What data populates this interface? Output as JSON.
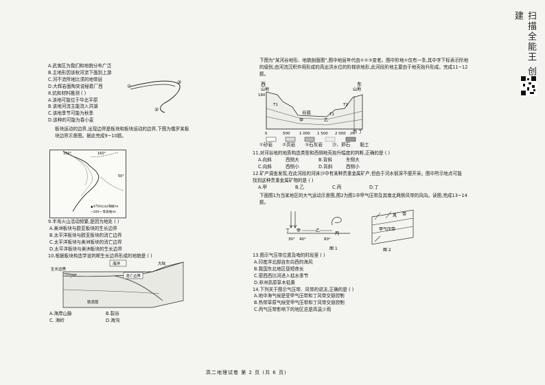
{
  "left_column": {
    "top_lines": [
      "A.武夷区为我们和地貌分布广泛",
      "B.主地形因该秋河流下面到上游",
      "C.河不流所地比须的地带层",
      "D.大辉岩面陶突说秘着厂西",
      "8.炕和材料推测        (    )",
      "A.该地可能位于华北平原",
      "B.该地河流主能流入洪湖",
      "C.该地季节可能为秋季",
      "D.该种的可能为春小麦"
    ],
    "map_intro": "板块运动的边界,出现边界是板块和板块运动的边界,下图为俄罗某板块边界示意图。据此完成9~10题。",
    "map": {
      "legend_volcano": "▲4750火山/海拔/m",
      "legend_contour": "~200~ 等高线/m",
      "lat_label": "50°",
      "lon1": "150°",
      "lon2": "160°"
    },
    "q9": {
      "stem": "9.半岛火山活动频繁,是因为地处        (    )",
      "options": [
        "A.美洲板块与欧亚板块的生长边界",
        "B.太平洋板块与欧亚板块的消亡边界",
        "C.太平洋板块与美洲板块的消亡边界",
        "D.太平洋板块与美洲板块的生长边界"
      ]
    },
    "q10": {
      "stem": "10.根据板块构造学说判断生长边界形成的地貌是        (    )",
      "diagram": {
        "ocean": "海洋",
        "continent": "大陆",
        "growth": "生长边界",
        "subduct": "消亡边界",
        "mantle": "软流层"
      },
      "options": [
        [
          "A.海岸山脉",
          "B.裂谷"
        ],
        [
          "C.    海岭",
          "D.海沟"
        ]
      ]
    },
    "fig_labels": {
      "n1": "①",
      "n2": "②",
      "n3": "③"
    }
  },
  "right_column": {
    "intro": "下图为\"某河谷地形、地貌剖面图\",图中地层年代由①②③变老。图中阶地①仅有一条,其中字下标表示阶地的级别,由河流沉积作用形成的高出洪水位的阶梯状地形,此河段阶地主要由于地壳抬升形成。完成11~12题。",
    "profile": {
      "west": "西",
      "east": "东",
      "mountain": "山地",
      "valley": "谷底",
      "jia": "甲",
      "yi": "乙",
      "bing": "丙",
      "ding": "丁",
      "ylab": "160",
      "unit": "/m",
      "xticks": [
        "0",
        "500",
        "1 000",
        "1 500",
        "2 000"
      ],
      "t1": "T1",
      "t2": "T2",
      "legend": [
        "①砂岩",
        "②页岩",
        "③石灰岩",
        "沙、卵石",
        "黏土"
      ]
    },
    "q11": {
      "stem": "11.对河谷地的地质构造类型和西侧地壳抬升幅度的判断,正确的是        (    )",
      "options": [
        [
          "A.向斜",
          "西侧大",
          "B.背斜",
          "东侧大"
        ],
        [
          "C.向斜",
          "西侧小",
          "D.背斜",
          "西侧小"
        ]
      ]
    },
    "q12": {
      "stem": "12.矿产调查发现,在此河段的河床沙中有某种贵重金属矿产,但由于河水很深不便开采。图中所示地点可能找到这种贵重金属矿物的是        (    )",
      "options": [
        "A.甲",
        "B.乙",
        "C.丙",
        "D.丁"
      ]
    },
    "wind_intro": "下面图1为当某地区的大气运动示意图,图2为图1中甲气压带及其南北两侧风带的风向。读图,完成13~14题。",
    "fig1": {
      "ding": "丁",
      "jia": "甲",
      "yi": "乙",
      "bing": "丙",
      "lat1": "30°",
      "lat2": "40°",
      "lat3": "60°",
      "caption": "图 1"
    },
    "fig2": {
      "label": "甲气压带",
      "wind1": "风",
      "wind2": "带",
      "caption": "图 2"
    },
    "q13": {
      "stem": "13.图示气压带位置及哨的时段里        (    )",
      "options": [
        "A.印度洋北部自东向西的海风",
        "B.我国东北地区昼短夜长",
        "C.密西西比河进入枯水季节",
        "D.非洲高原草木枯黄"
      ]
    },
    "q14": {
      "stem": "14.下列关于图示气压带、风带的说法,正确的是        (    )",
      "options": [
        "A.地中海气候是受甲气压带和丁风带交替控制",
        "B.热带草原气候受甲气压带和丁风带交替控制",
        "C.丙气压带影响下的地区总是高温少雨"
      ]
    }
  },
  "footer": "高二地理试卷  第 2 页 (共 6 页)",
  "side_text": "扫描全能王 创建"
}
